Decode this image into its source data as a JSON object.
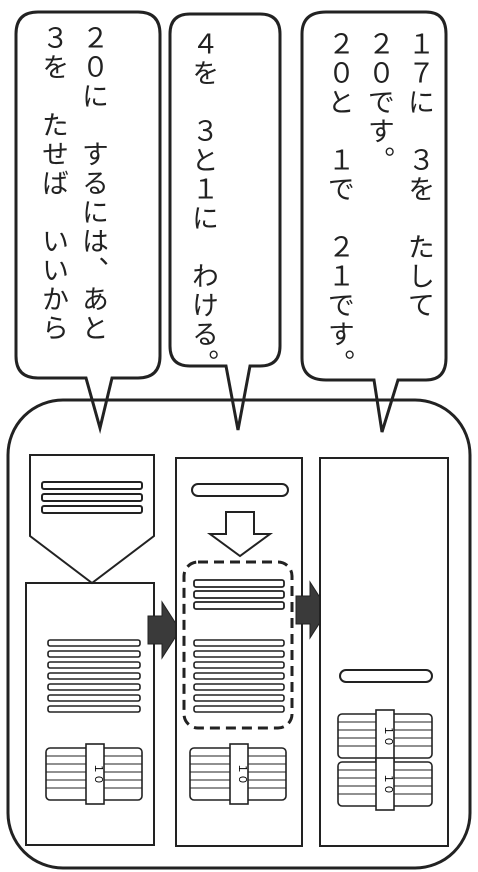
{
  "bubbles": [
    {
      "lines": [
        "２０に　するには、あと",
        "３を　たせば　いいから"
      ]
    },
    {
      "lines": [
        "４を　３と１に　わける。"
      ]
    },
    {
      "lines": [
        "１７に　３を　たして",
        "２０です。",
        "２０と　１で　２１です。"
      ]
    }
  ],
  "bundle_label": "１０",
  "icons": {
    "arrow": "right-arrow-icon",
    "split_arrow": "down-arrow-icon"
  },
  "colors": {
    "line": "#222222",
    "arrow_fill": "#3a3a3a",
    "paper": "#ffffff"
  }
}
